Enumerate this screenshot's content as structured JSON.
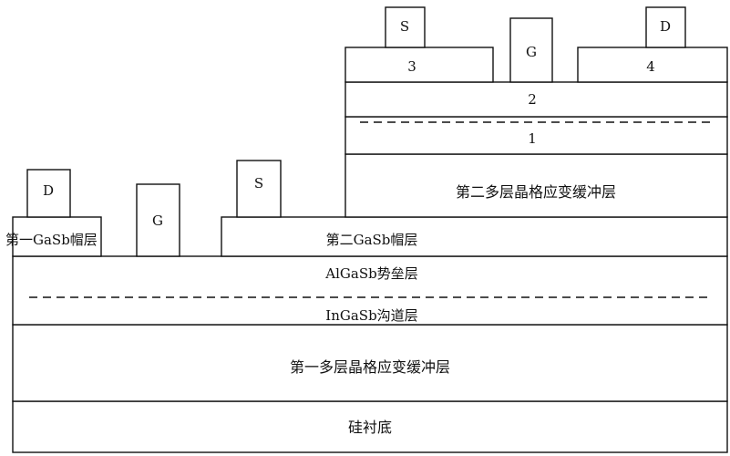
{
  "layers": {
    "substrate": "硅衬底",
    "buffer1": "第一多层晶格应变缓冲层",
    "channel": "InGaSb沟道层",
    "barrier": "AlGaSb势垒层",
    "cap1": "第一GaSb帽层",
    "cap2": "第二GaSb帽层",
    "buffer2": "第二多层晶格应变缓冲层",
    "layer1": "1",
    "layer2": "2",
    "layer3": "3",
    "layer4": "4"
  },
  "electrodes": {
    "left_d": "D",
    "left_g": "G",
    "left_s": "S",
    "right_s": "S",
    "right_g": "G",
    "right_d": "D"
  }
}
